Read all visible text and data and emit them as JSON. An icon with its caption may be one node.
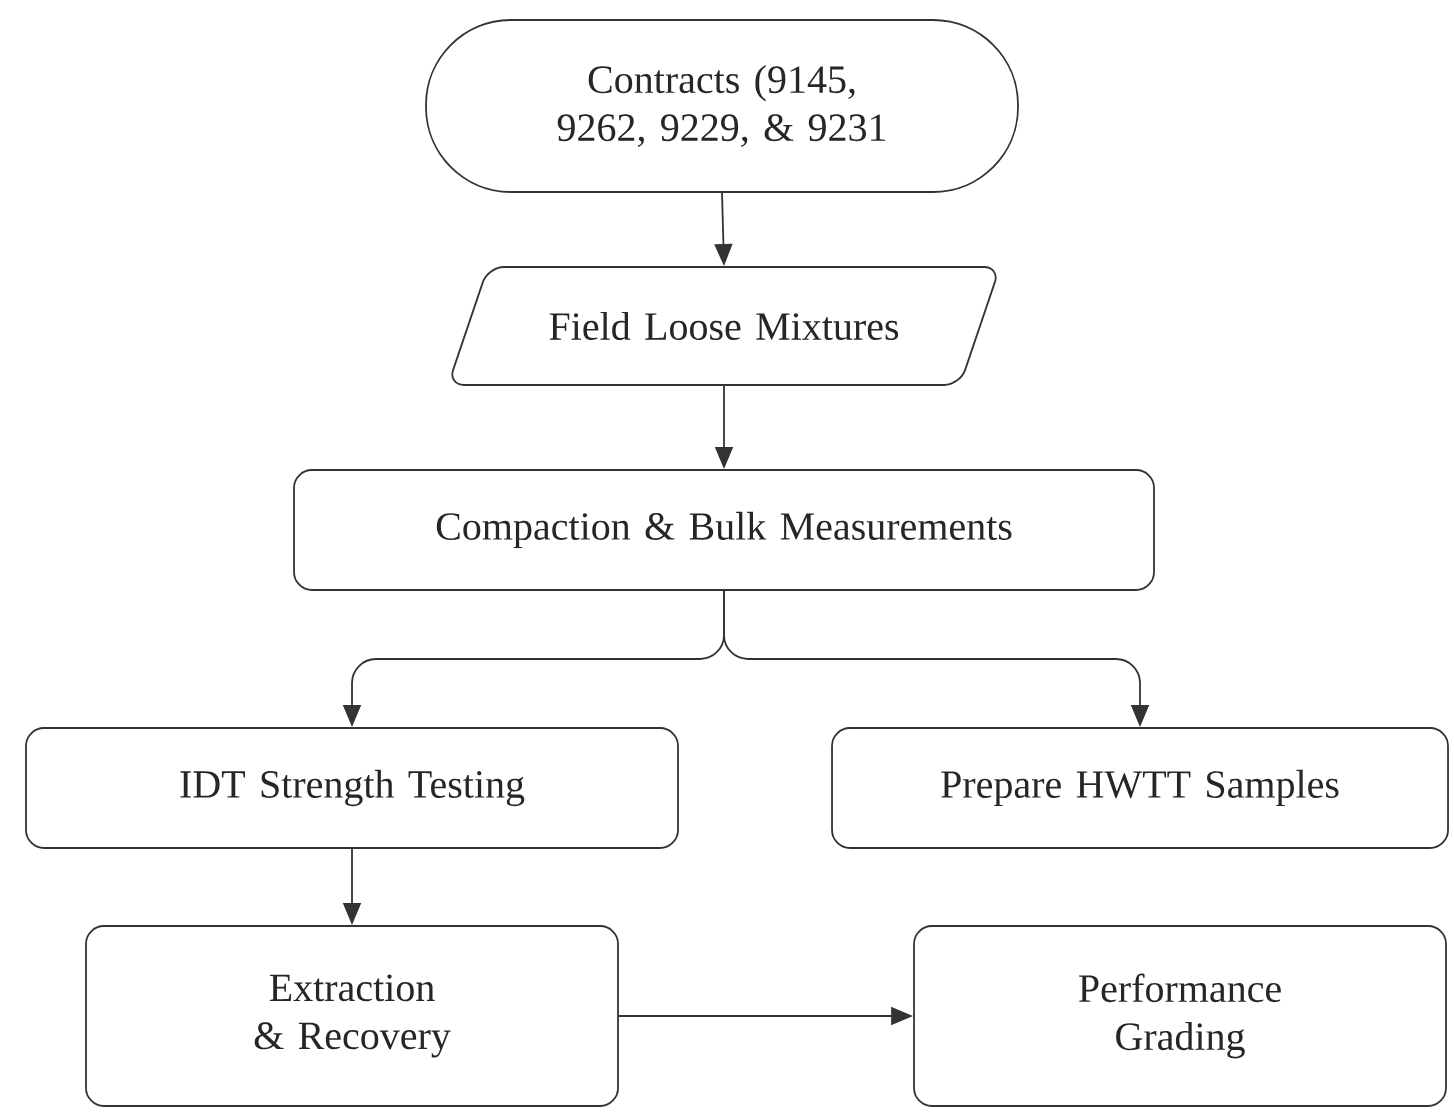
{
  "diagram": {
    "nodes": [
      {
        "text": [
          "Contracts (9145, 9262, 9229, & 9231"
        ]
      },
      {
        "text": [
          "Field Loose Mixtures"
        ]
      },
      {
        "text": [
          "Compaction & Bulk Measurements"
        ]
      },
      {
        "text": [
          "IDT Strength Testing"
        ]
      },
      {
        "text": [
          "Prepare HWTT Samples"
        ]
      },
      {
        "text": [
          "Extraction & Recovery"
        ]
      },
      {
        "text": [
          "Performance Grading"
        ]
      }
    ],
    "edges": [
      {
        "from": 0,
        "to": 1,
        "arrow": "to"
      },
      {
        "from": 1,
        "to": 2,
        "arrow": "to"
      },
      {
        "from": 2,
        "to": 3,
        "arrow": "to"
      },
      {
        "from": 2,
        "to": 4,
        "arrow": "to"
      },
      {
        "from": 3,
        "to": 5,
        "arrow": "to"
      },
      {
        "from": 5,
        "to": 6,
        "arrow": "to"
      }
    ]
  }
}
